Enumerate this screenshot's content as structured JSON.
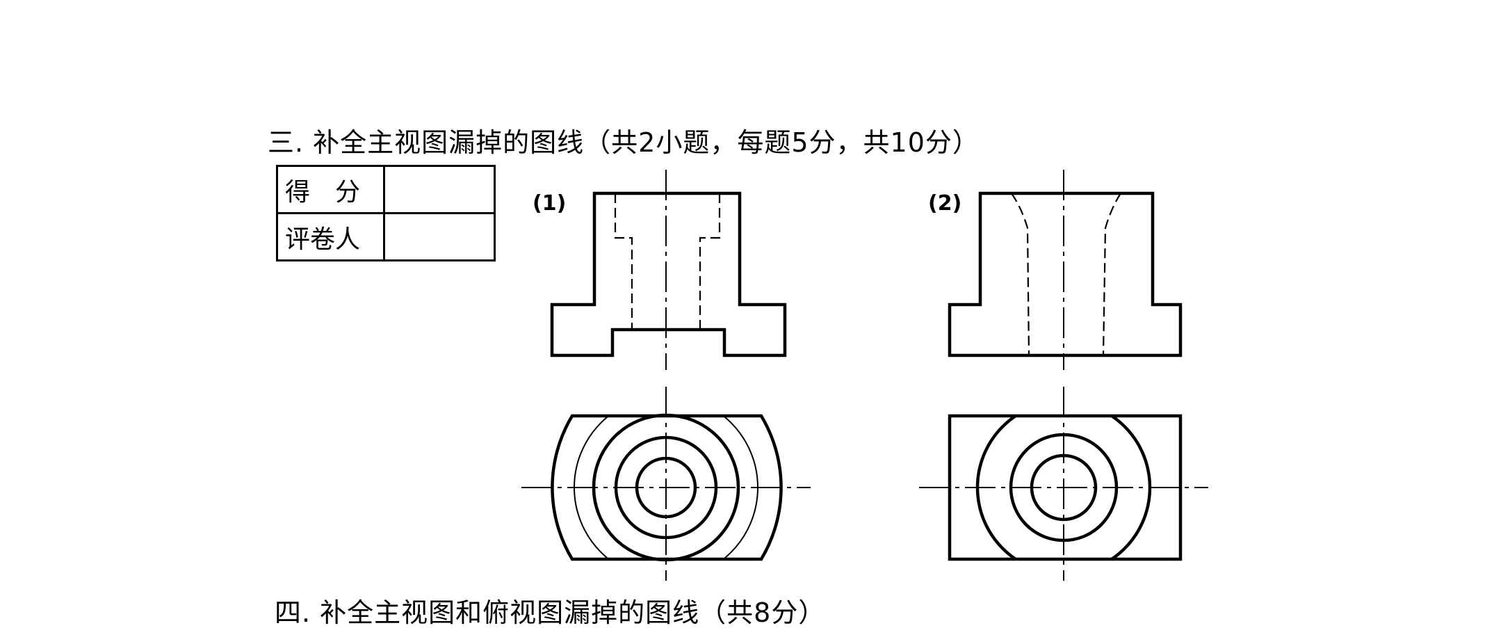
{
  "section3": {
    "heading": "三. 补全主视图漏掉的图线（共2小题，每题5分，共10分）"
  },
  "score_table": {
    "score_label": "得　分",
    "grader_label": "评卷人",
    "score_value": "",
    "grader_value": ""
  },
  "figures": [
    {
      "label": "(1)"
    },
    {
      "label": "(2)"
    }
  ],
  "section4": {
    "heading": "四. 补全主视图和俯视图漏掉的图线（共8分）"
  }
}
